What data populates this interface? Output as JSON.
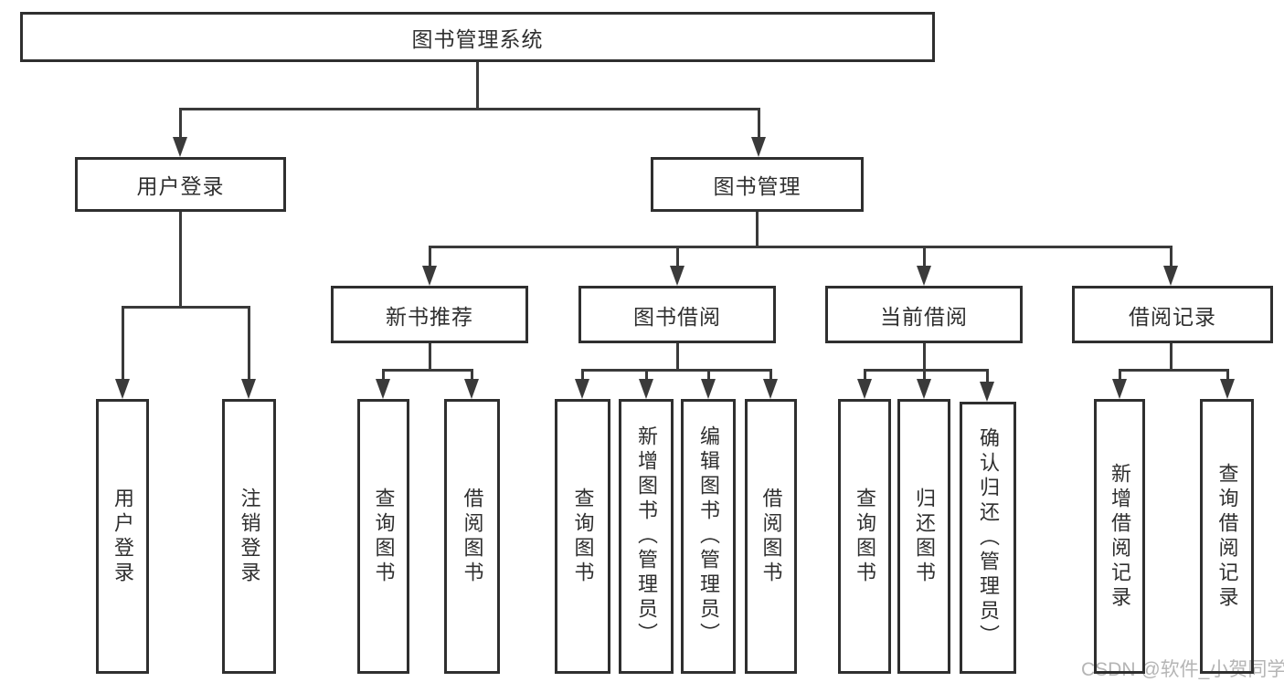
{
  "diagram": {
    "root": {
      "label": "图书管理系统"
    },
    "branches": [
      {
        "label": "用户登录",
        "children": [
          {
            "label": "用户登录"
          },
          {
            "label": "注销登录"
          }
        ]
      },
      {
        "label": "图书管理",
        "children": [
          {
            "label": "新书推荐",
            "children": [
              {
                "label": "查询图书"
              },
              {
                "label": "借阅图书"
              }
            ]
          },
          {
            "label": "图书借阅",
            "children": [
              {
                "label": "查询图书"
              },
              {
                "label": "新增图书（管理员）"
              },
              {
                "label": "编辑图书（管理员）"
              },
              {
                "label": "借阅图书"
              }
            ]
          },
          {
            "label": "当前借阅",
            "children": [
              {
                "label": "查询图书"
              },
              {
                "label": "归还图书"
              },
              {
                "label": "确认归还（管理员）"
              }
            ]
          },
          {
            "label": "借阅记录",
            "children": [
              {
                "label": "新增借阅记录"
              },
              {
                "label": "查询借阅记录"
              }
            ]
          }
        ]
      }
    ]
  },
  "watermark": {
    "text": "CSDN @软件_小贺同学"
  },
  "colors": {
    "line": "#3a3a3a",
    "box_border": "#2f2f2f",
    "text": "#2f2f2f",
    "watermark": "#b5b5b5"
  }
}
